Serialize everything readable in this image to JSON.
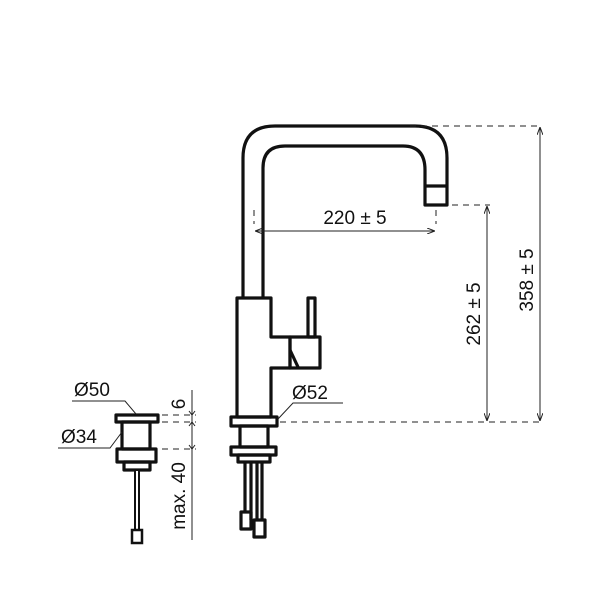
{
  "dimensions": {
    "reach": "220 ± 5",
    "spout_height": "262 ± 5",
    "total_height": "358 ± 5",
    "base_diameter": "Ø52",
    "drain_flange_diameter": "Ø50",
    "drain_body_diameter": "Ø34",
    "flange_thickness": "6",
    "max_counter_thickness": "max. 40"
  }
}
